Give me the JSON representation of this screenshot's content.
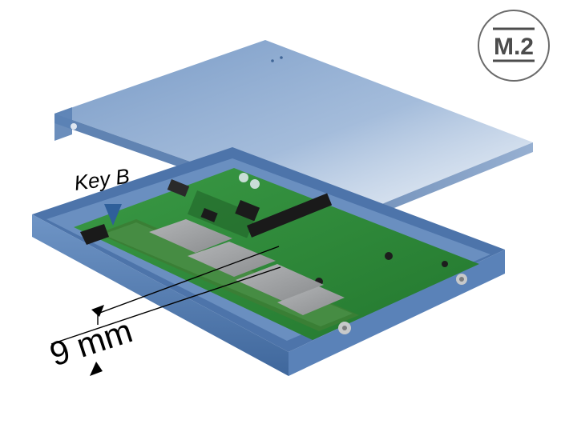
{
  "badge": {
    "text": "M.2"
  },
  "annotations": {
    "key_label": "Key B",
    "thickness_label": "9 mm"
  },
  "colors": {
    "enclosure_blue": "#5b84b8",
    "cover_blue": "#7f9ec6",
    "pcb_green": "#2f8f3a",
    "ssd_gray": "#9a9c9e"
  }
}
